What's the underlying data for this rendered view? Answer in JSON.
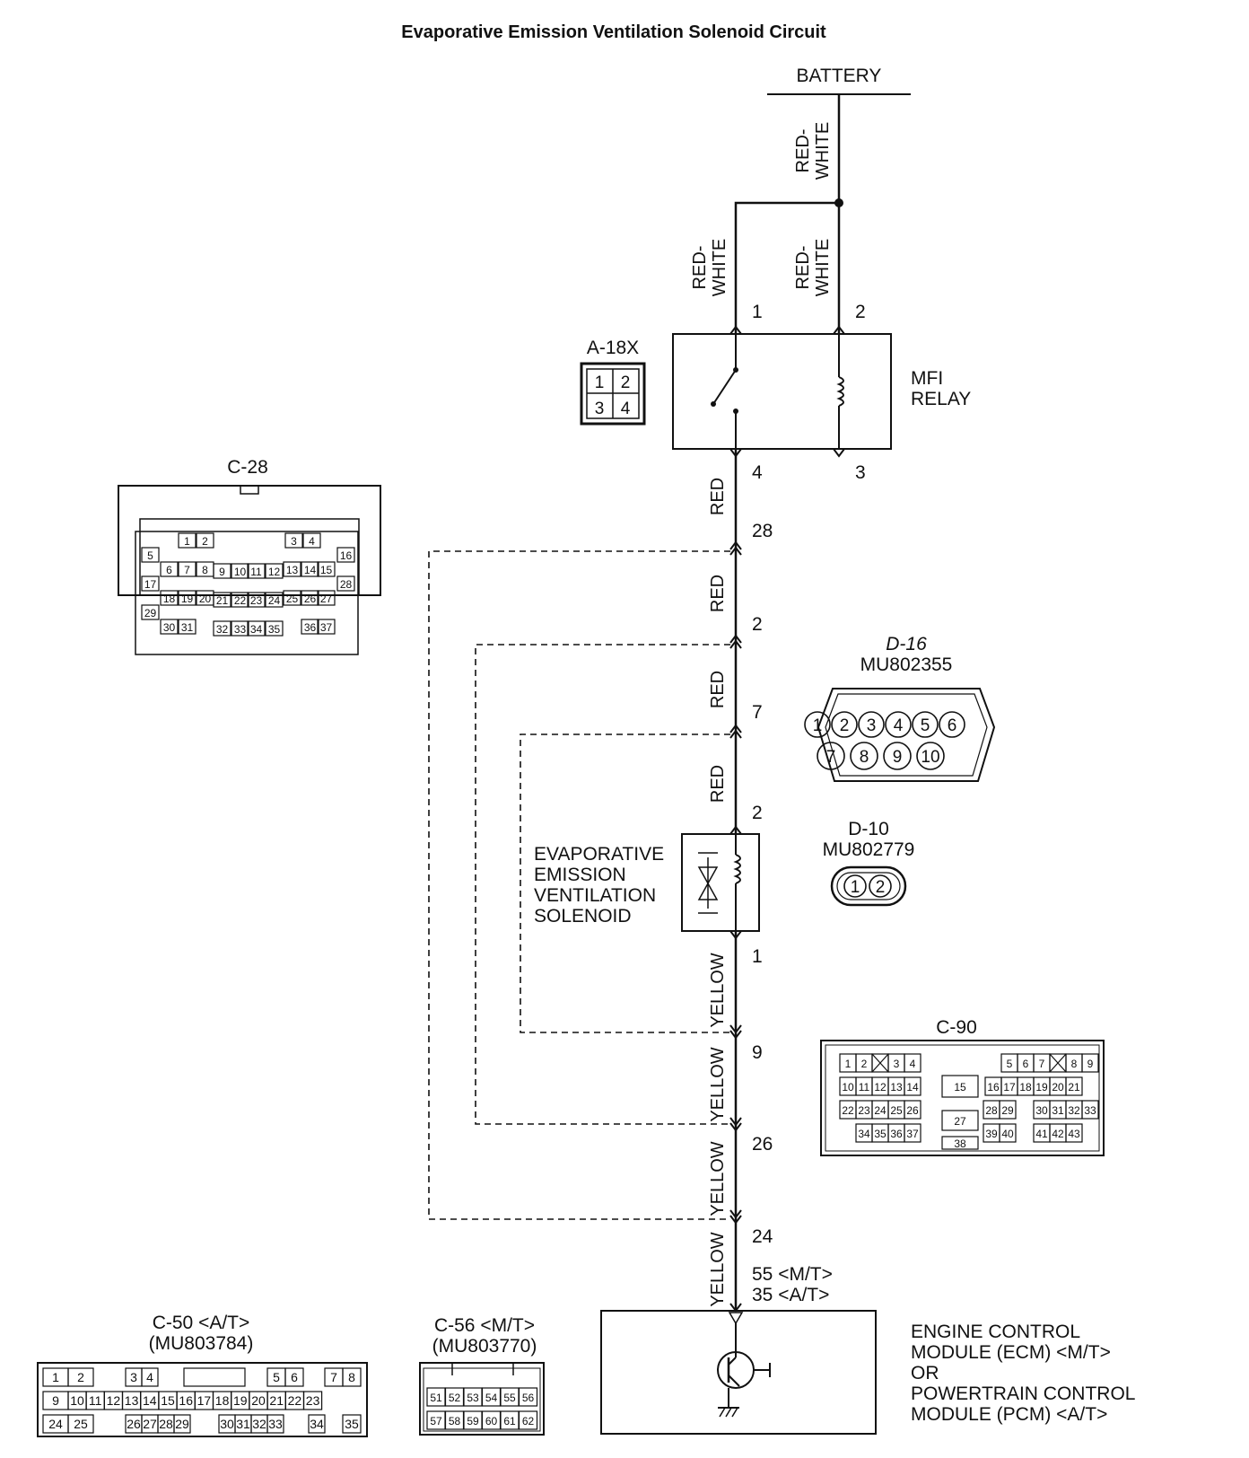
{
  "title": "Evaporative Emission Ventilation Solenoid Circuit",
  "battery": "BATTERY",
  "mfi_relay": {
    "line1": "MFI",
    "line2": "RELAY"
  },
  "solenoid": {
    "lines": [
      "EVAPORATIVE",
      "EMISSION",
      "VENTILATION",
      "SOLENOID"
    ]
  },
  "ecm": {
    "lines": [
      "ENGINE CONTROL",
      "MODULE (ECM) <M/T>",
      "OR",
      "POWERTRAIN CONTROL",
      "MODULE (PCM) <A/T>"
    ]
  },
  "wires": {
    "red_white": "RED-WHITE",
    "red": "RED",
    "yellow": "YELLOW"
  },
  "pin_labels": {
    "relay_1": "1",
    "relay_2": "2",
    "relay_4": "4",
    "relay_3": "3",
    "j28": "28",
    "j2a": "2",
    "j7": "7",
    "sol_2": "2",
    "sol_1": "1",
    "j9": "9",
    "j26": "26",
    "j24": "24",
    "ecm_mt": "55 <M/T>",
    "ecm_at": "35 <A/T>"
  },
  "connectors": {
    "a18x": {
      "name": "A-18X",
      "pins": [
        "1",
        "2",
        "3",
        "4"
      ]
    },
    "c28": {
      "name": "C-28",
      "pins": [
        "1",
        "2",
        "3",
        "4",
        "5",
        "6",
        "7",
        "8",
        "9",
        "10",
        "11",
        "12",
        "13",
        "14",
        "15",
        "16",
        "17",
        "18",
        "19",
        "20",
        "21",
        "22",
        "23",
        "24",
        "25",
        "26",
        "27",
        "28",
        "29",
        "30",
        "31",
        "32",
        "33",
        "34",
        "35",
        "36",
        "37"
      ]
    },
    "d16": {
      "name": "D-16",
      "part": "MU802355",
      "pins": [
        "1",
        "2",
        "3",
        "4",
        "5",
        "6",
        "7",
        "8",
        "9",
        "10"
      ]
    },
    "d10": {
      "name": "D-10",
      "part": "MU802779",
      "pins": [
        "1",
        "2"
      ]
    },
    "c90": {
      "name": "C-90",
      "pins": [
        "1",
        "2",
        "3",
        "4",
        "5",
        "6",
        "7",
        "8",
        "9",
        "10",
        "11",
        "12",
        "13",
        "14",
        "15",
        "16",
        "17",
        "18",
        "19",
        "20",
        "21",
        "22",
        "23",
        "24",
        "25",
        "26",
        "27",
        "28",
        "29",
        "30",
        "31",
        "32",
        "33",
        "34",
        "35",
        "36",
        "37",
        "38",
        "39",
        "40",
        "41",
        "42",
        "43"
      ]
    },
    "c50": {
      "name": "C-50 <A/T>",
      "part": "(MU803784)",
      "pins": [
        "1",
        "2",
        "3",
        "4",
        "5",
        "6",
        "7",
        "8",
        "9",
        "10",
        "11",
        "12",
        "13",
        "14",
        "15",
        "16",
        "17",
        "18",
        "19",
        "20",
        "21",
        "22",
        "23",
        "24",
        "25",
        "26",
        "27",
        "28",
        "29",
        "30",
        "31",
        "32",
        "33",
        "34",
        "35"
      ]
    },
    "c56": {
      "name": "C-56 <M/T>",
      "part": "(MU803770)",
      "pins": [
        "51",
        "52",
        "53",
        "54",
        "55",
        "56",
        "57",
        "58",
        "59",
        "60",
        "61",
        "62"
      ]
    }
  },
  "colors": {
    "ink": "#111111",
    "paper": "#ffffff"
  }
}
